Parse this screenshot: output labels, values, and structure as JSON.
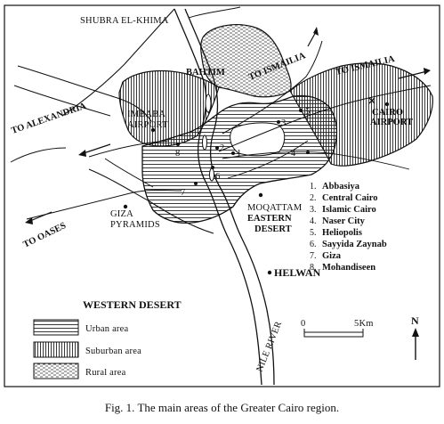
{
  "caption": "Fig. 1. The main areas of the Greater Cairo region.",
  "places": {
    "shubra": "SHUBRA EL-KHIMA",
    "bahtim": "BAHTIM",
    "imbaba": "IMBABA",
    "imbaba_airport": "AIRPORT",
    "to_ismailia_1": "TO ISMAILIA",
    "to_ismailia_2": "TO ISMAILIA",
    "cairo": "CAIRO",
    "cairo_airport": "AIRPORT",
    "to_alexandria": "TO ALEXANDRIA",
    "to_oases": "TO OASES",
    "giza": "GIZA",
    "pyramids": "PYRAMIDS",
    "moqattam": "MOQATTAM",
    "eastern": "EASTERN",
    "desert": "DESERT",
    "western_desert": "WESTERN DESERT",
    "helwan": "HELWAN",
    "nile_river": "NILE RIVER"
  },
  "area_numbers": {
    "n1": "1",
    "n2": "2",
    "n3": "3",
    "n4": "4",
    "n5": "5",
    "n6": "6",
    "n7": "7",
    "n8": "8"
  },
  "district_legend": [
    {
      "num": "1.",
      "name": "Abbasiya"
    },
    {
      "num": "2.",
      "name": "Central Cairo"
    },
    {
      "num": "3.",
      "name": "Islamic Cairo"
    },
    {
      "num": "4.",
      "name": "Naser City"
    },
    {
      "num": "5.",
      "name": "Heliopolis"
    },
    {
      "num": "6.",
      "name": "Sayyida Zaynab"
    },
    {
      "num": "7.",
      "name": "Giza"
    },
    {
      "num": "8.",
      "name": "Mohandiseen"
    }
  ],
  "area_legend": {
    "urban": "Urban area",
    "suburban": "Suburban area",
    "rural": "Rural area"
  },
  "scale": {
    "zero": "0",
    "five": "5Km"
  },
  "north": "N"
}
